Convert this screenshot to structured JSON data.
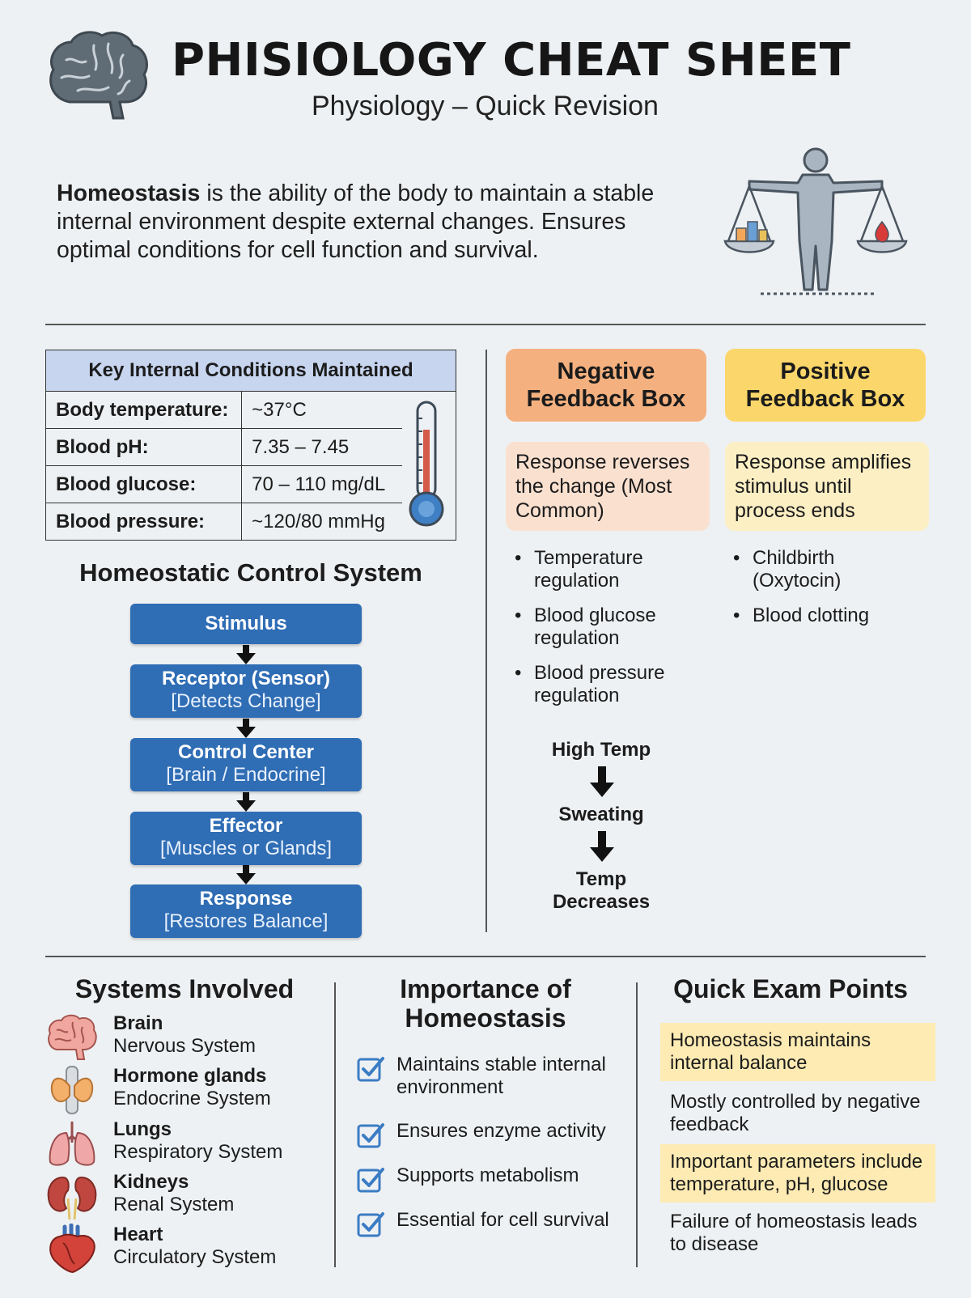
{
  "header": {
    "title": "PHISIOLOGY CHEAT SHEET",
    "subtitle": "Physiology – Quick Revision"
  },
  "intro": {
    "term": "Homeostasis",
    "text": " is the ability of the body to maintain a stable internal environment despite external changes. Ensures optimal conditions for cell function and survival."
  },
  "conditions": {
    "heading": "Key Internal Conditions Maintained",
    "rows": [
      {
        "label": "Body temperature:",
        "value": "~37°C"
      },
      {
        "label": "Blood pH:",
        "value": "7.35 – 7.45"
      },
      {
        "label": "Blood glucose:",
        "value": "70 – 110 mg/dL"
      },
      {
        "label": "Blood pressure:",
        "value": "~120/80 mmHg"
      }
    ]
  },
  "control_system": {
    "heading": "Homeostatic Control System",
    "steps": [
      {
        "main": "Stimulus",
        "sub": ""
      },
      {
        "main": "Receptor (Sensor)",
        "sub": "[Detects Change]"
      },
      {
        "main": "Control Center",
        "sub": "[Brain / Endocrine]"
      },
      {
        "main": "Effector",
        "sub": "[Muscles or Glands]"
      },
      {
        "main": "Response",
        "sub": "[Restores Balance]"
      }
    ]
  },
  "negative": {
    "title_line1": "Negative",
    "title_line2": "Feedback Box",
    "desc": "Response reverses the change (Most Common)",
    "examples": [
      "Temperature regulation",
      "Blood glucose regulation",
      "Blood pressure regulation"
    ],
    "chain": [
      "High Temp",
      "Sweating",
      "Temp Decreases"
    ],
    "color": "#f4b07f",
    "desc_color": "#fae0cf"
  },
  "positive": {
    "title_line1": "Positive",
    "title_line2": "Feedback Box",
    "desc": "Response amplifies stimulus until process ends",
    "examples": [
      "Childbirth (Oxytocin)",
      "Blood clotting"
    ],
    "color": "#fbd66a",
    "desc_color": "#fcefc4"
  },
  "systems": {
    "heading": "Systems Involved",
    "items": [
      {
        "name": "Brain",
        "system": "Nervous System",
        "icon": "brain-icon"
      },
      {
        "name": "Hormone glands",
        "system": "Endocrine System",
        "icon": "thyroid-icon"
      },
      {
        "name": "Lungs",
        "system": "Respiratory System",
        "icon": "lungs-icon"
      },
      {
        "name": "Kidneys",
        "system": "Renal System",
        "icon": "kidneys-icon"
      },
      {
        "name": "Heart",
        "system": "Circulatory System",
        "icon": "heart-icon"
      }
    ]
  },
  "importance": {
    "heading_line1": "Importance of",
    "heading_line2": "Homeostasis",
    "items": [
      "Maintains stable internal environment",
      "Ensures enzyme activity",
      "Supports metabolism",
      "Essential for cell survival"
    ]
  },
  "exam": {
    "heading": "Quick Exam Points",
    "items": [
      {
        "text": "Homeostasis maintains internal balance",
        "highlight": true
      },
      {
        "text": "Mostly controlled by negative feedback",
        "highlight": false
      },
      {
        "text": "Important parameters include temperature, pH, glucose",
        "highlight": true
      },
      {
        "text": "Failure of homeostasis leads to disease",
        "highlight": false
      }
    ]
  }
}
